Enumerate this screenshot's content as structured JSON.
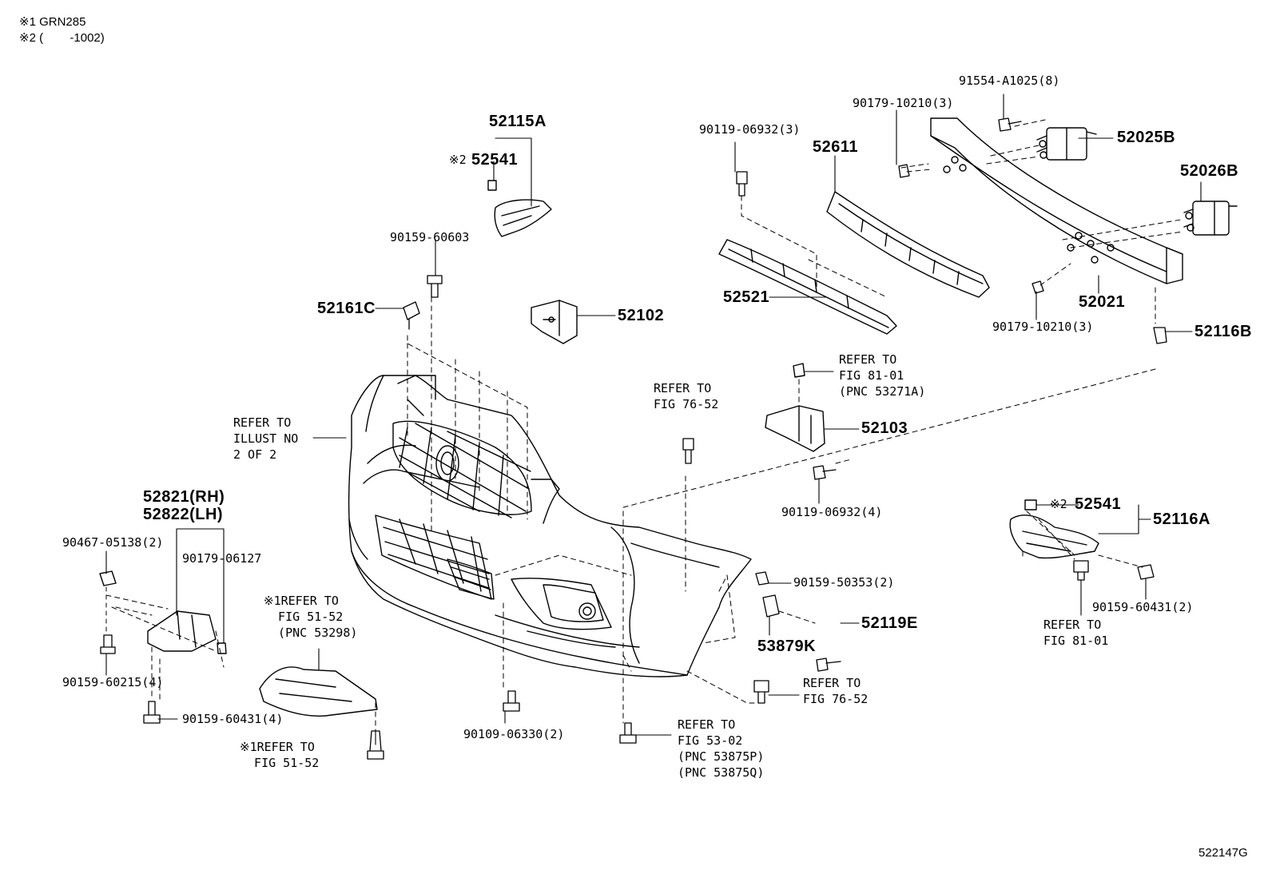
{
  "notes": {
    "note_1": "※1 GRN285",
    "note_2": "※2 (        -1002)"
  },
  "diagram_code": "522147G",
  "labels": {
    "p52115A": "52115A",
    "p52541_top": "52541",
    "mark_top": "※2",
    "p90159_60603": "90159-60603",
    "p52161C": "52161C",
    "p52102": "52102",
    "p90119_06932_3": "90119-06932(3)",
    "p52611": "52611",
    "p52521": "52521",
    "p90179_10210_3_top": "90179-10210(3)",
    "p91554": "91554-A1025(8)",
    "p52025B": "52025B",
    "p52026B": "52026B",
    "p52021": "52021",
    "p90179_10210_3_bot": "90179-10210(3)",
    "p52116B": "52116B",
    "ref_81_01_top": "REFER TO\nFIG 81-01\n(PNC 53271A)",
    "p52103": "52103",
    "p90119_06932_4": "90119-06932(4)",
    "ref_76_52_top": "REFER TO\nFIG 76-52",
    "ref_illust": "REFER TO\nILLUST NO\n2 OF 2",
    "p52821": "52821(RH)",
    "p52822": "52822(LH)",
    "p90467": "90467-05138(2)",
    "p90179_06127": "90179-06127",
    "p90159_60215": "90159-60215(4)",
    "p90159_60431_4": "90159-60431(4)",
    "ref_51_52_a": "※1REFER TO\n  FIG 51-52\n  (PNC 53298)",
    "ref_51_52_b": "※1REFER TO\n  FIG 51-52",
    "p90109": "90109-06330(2)",
    "ref_53_02": "REFER TO\nFIG 53-02\n(PNC 53875P)\n(PNC 53875Q)",
    "ref_76_52_bot": "REFER TO\nFIG 76-52",
    "p90159_50353": "90159-50353(2)",
    "p52119E": "52119E",
    "p53879K": "53879K",
    "p52541_right": "52541",
    "mark_right": "※2",
    "p52116A": "52116A",
    "p90159_60431_2": "90159-60431(2)",
    "ref_81_01_bot": "REFER TO\nFIG 81-01"
  }
}
